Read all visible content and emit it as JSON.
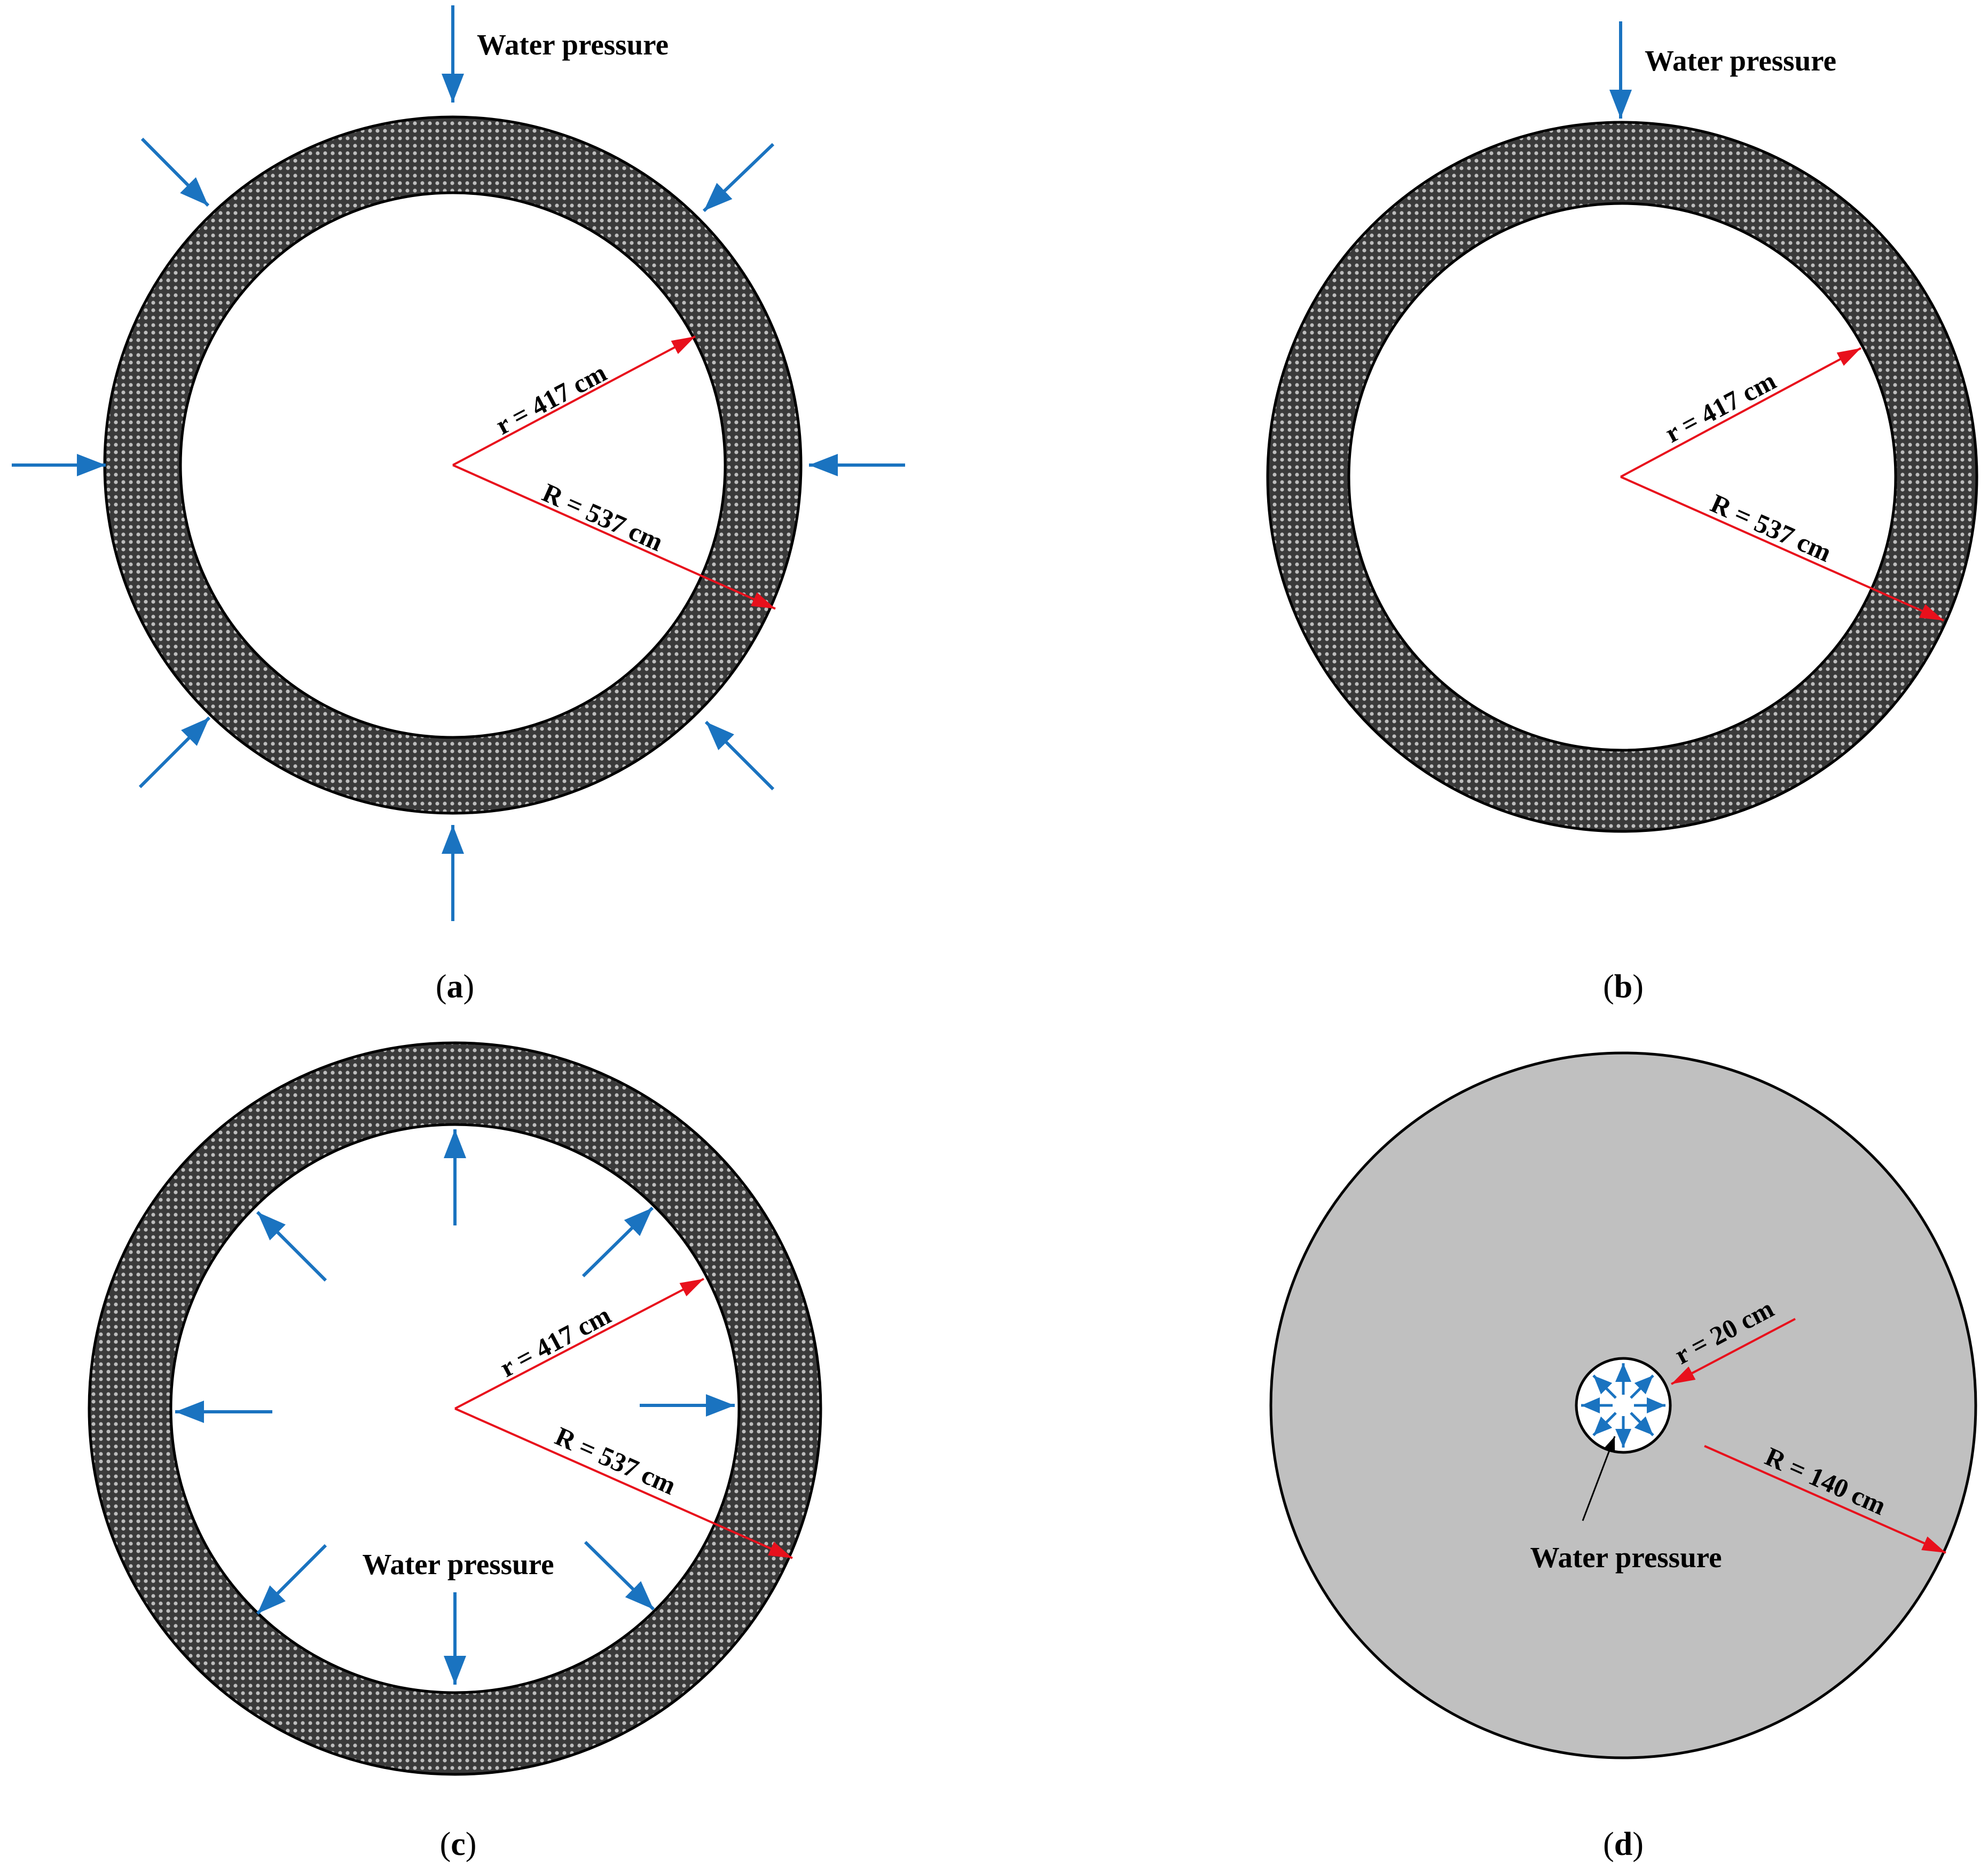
{
  "colors": {
    "ring_fill": "#3a3a3a",
    "ring_dot": "#bdbdbd",
    "rock_fill": "#c0c0c0",
    "outline": "#000000",
    "pressure_arrow": "#1a73c0",
    "dimension_arrow": "#e8101c",
    "background": "#ffffff"
  },
  "panels": {
    "a": {
      "caption_open": "(",
      "caption_letter": "a",
      "caption_close": ")",
      "water_pressure": "Water pressure",
      "r_label": "r = 417 cm",
      "R_label": "R = 537 cm"
    },
    "b": {
      "caption_open": "(",
      "caption_letter": "b",
      "caption_close": ")",
      "water_pressure": "Water pressure",
      "r_label": "r = 417 cm",
      "R_label": "R = 537 cm"
    },
    "c": {
      "caption_open": "(",
      "caption_letter": "c",
      "caption_close": ")",
      "water_pressure": "Water pressure",
      "r_label": "r = 417 cm",
      "R_label": "R = 537 cm"
    },
    "d": {
      "caption_open": "(",
      "caption_letter": "d",
      "caption_close": ")",
      "water_pressure": "Water pressure",
      "r_label": "r = 20 cm",
      "R_label": "R = 140 cm"
    }
  }
}
